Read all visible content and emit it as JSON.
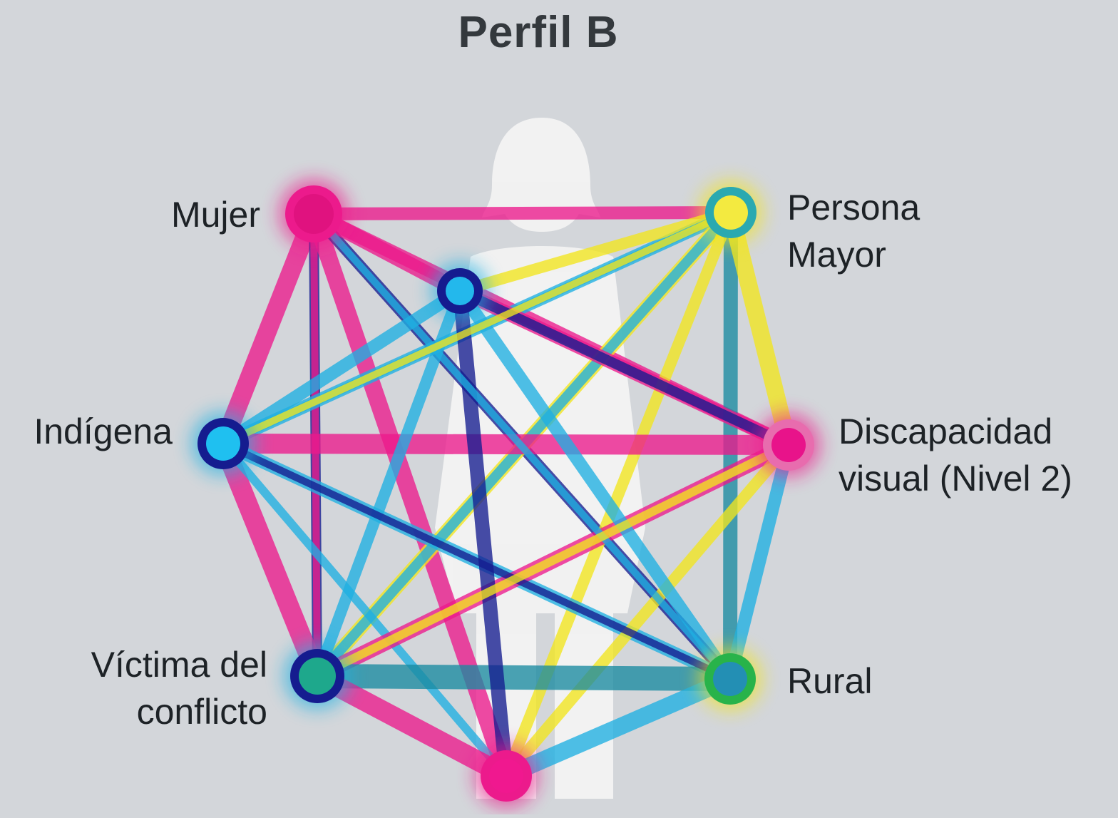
{
  "title": "Perfil B",
  "nodes": [
    {
      "id": "mujer",
      "label": [
        "Mujer"
      ],
      "color": "#ec1a8c"
    },
    {
      "id": "persona-mayor",
      "label": [
        "Persona",
        "Mayor"
      ],
      "color": "#f2e51d"
    },
    {
      "id": "indigena",
      "label": [
        "Indígena"
      ],
      "color": "#1b9ad6"
    },
    {
      "id": "discapacidad",
      "label": [
        "Discapacidad",
        "visual (Nivel 2)"
      ],
      "color": "#ec1a8c"
    },
    {
      "id": "victima",
      "label": [
        "Víctima del",
        "conflicto"
      ],
      "color": "#1a3fa6"
    },
    {
      "id": "rural",
      "label": [
        "Rural"
      ],
      "color": "#2b8ec0"
    },
    {
      "id": "inner-top",
      "label": [],
      "color": "#1eb4ea"
    },
    {
      "id": "bottom",
      "label": [],
      "color": "#ec1a8c"
    }
  ],
  "colors": {
    "magenta": "#ec1a8c",
    "cyan": "#1fb0e2",
    "navy": "#151c8f",
    "yellow": "#f2e51d",
    "teal": "#1a8aa0",
    "silhouette": "#f4f4f4",
    "background": "#d3d6da"
  },
  "icons": [
    "woman-silhouette-icon"
  ]
}
